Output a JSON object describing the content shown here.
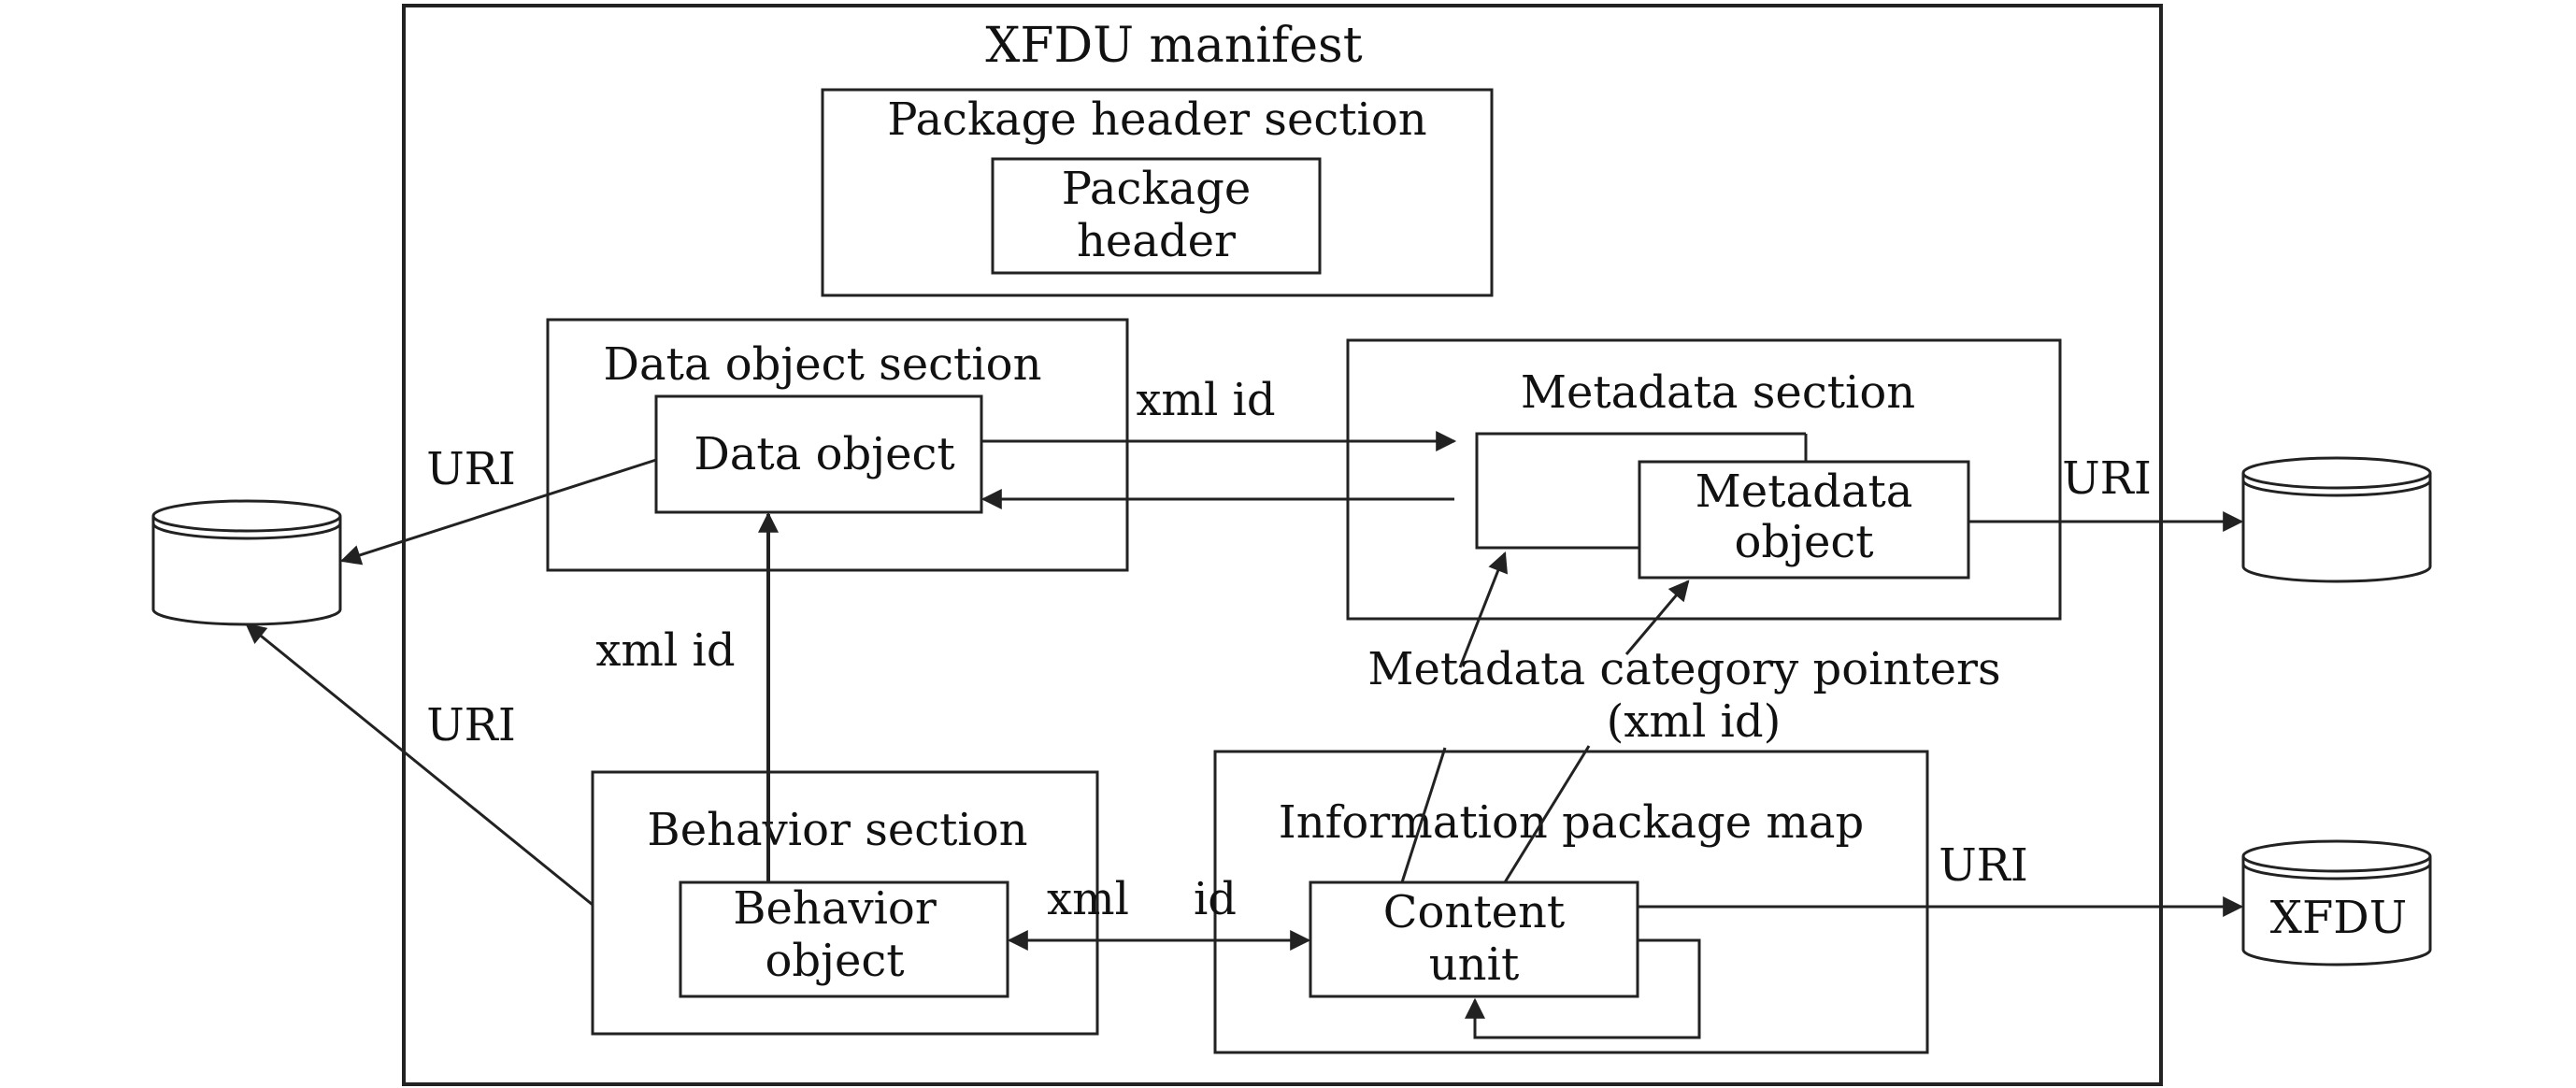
{
  "manifest": {
    "title": "XFDU manifest"
  },
  "package_header_section": {
    "title": "Package header section",
    "item_line1": "Package",
    "item_line2": "header"
  },
  "data_object_section": {
    "title": "Data object section",
    "item": "Data object"
  },
  "metadata_section": {
    "title": "Metadata section",
    "item_line1": "Metadata",
    "item_line2": "object"
  },
  "behavior_section": {
    "title": "Behavior section",
    "item_line1": "Behavior",
    "item_line2": "object"
  },
  "information_package_map": {
    "title": "Information package map",
    "item_line1": "Content",
    "item_line2": "unit"
  },
  "labels": {
    "xml_id_top": "xml id",
    "xml_id_left": "xml id",
    "xml_bottom": "xml",
    "id_bottom": "id",
    "uri_data_object": "URI",
    "uri_behavior": "URI",
    "uri_metadata": "URI",
    "uri_content": "URI",
    "metadata_pointers_line1": "Metadata category pointers",
    "metadata_pointers_line2": "(xml id)"
  },
  "external": {
    "xfdu_cylinder_label": "XFDU"
  },
  "colors": {
    "stroke": "#222222",
    "background": "#ffffff",
    "text": "#111111"
  }
}
